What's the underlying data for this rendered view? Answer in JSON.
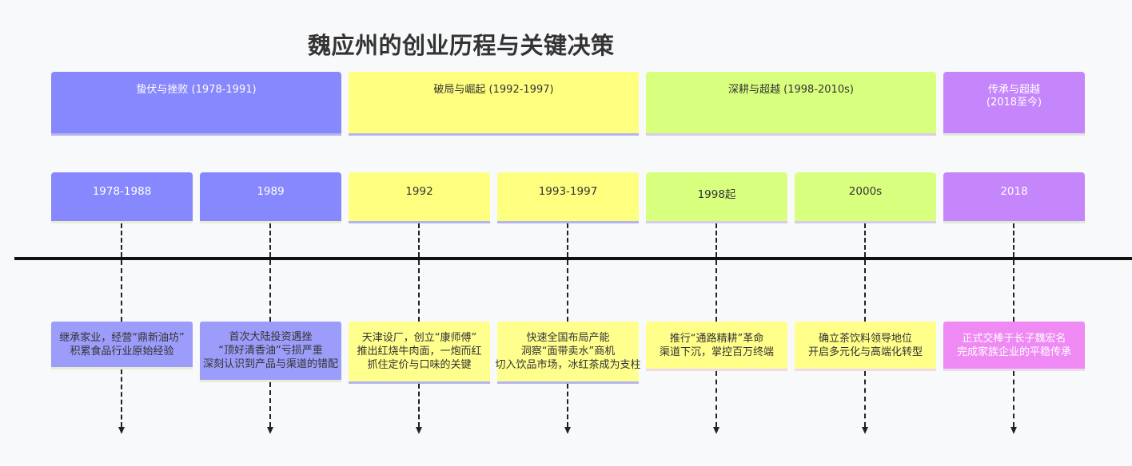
{
  "title": "魏应州的创业历程与关键决策",
  "phases": [
    {
      "label": "蛰伏与挫败 (1978-1991)"
    },
    {
      "label": "破局与崛起 (1992-1997)"
    },
    {
      "label": "深耕与超越 (1998-2010s)"
    },
    {
      "label": "传承与超越\n(2018至今)"
    }
  ],
  "years": [
    {
      "label": "1978-1988"
    },
    {
      "label": "1989"
    },
    {
      "label": "1992"
    },
    {
      "label": "1993-1997"
    },
    {
      "label": "1998起"
    },
    {
      "label": "2000s"
    },
    {
      "label": "2018"
    }
  ],
  "events": [
    {
      "text": "继承家业，经营“鼎新油坊”\n积累食品行业原始经验"
    },
    {
      "text": "首次大陆投资遇挫\n“顶好清香油”亏损严重\n深刻认识到产品与渠道的错配"
    },
    {
      "text": "天津设厂，创立“康师傅”\n推出红烧牛肉面，一炮而红\n抓住定价与口味的关键"
    },
    {
      "text": "快速全国布局产能\n洞察“面带卖水”商机\n切入饮品市场，冰红茶成为支柱"
    },
    {
      "text": "推行“通路精耕”革命\n渠道下沉，掌控百万终端"
    },
    {
      "text": "确立茶饮料领导地位\n开启多元化与高端化转型"
    },
    {
      "text": "正式交棒于长子魏宏名\n完成家族企业的平稳传承"
    }
  ],
  "colors": {
    "phase_1": "#8787fe",
    "phase_2": "#ffff7f",
    "phase_3": "#d9ff7e",
    "phase_4": "#c585fb",
    "axis": "#111111"
  }
}
